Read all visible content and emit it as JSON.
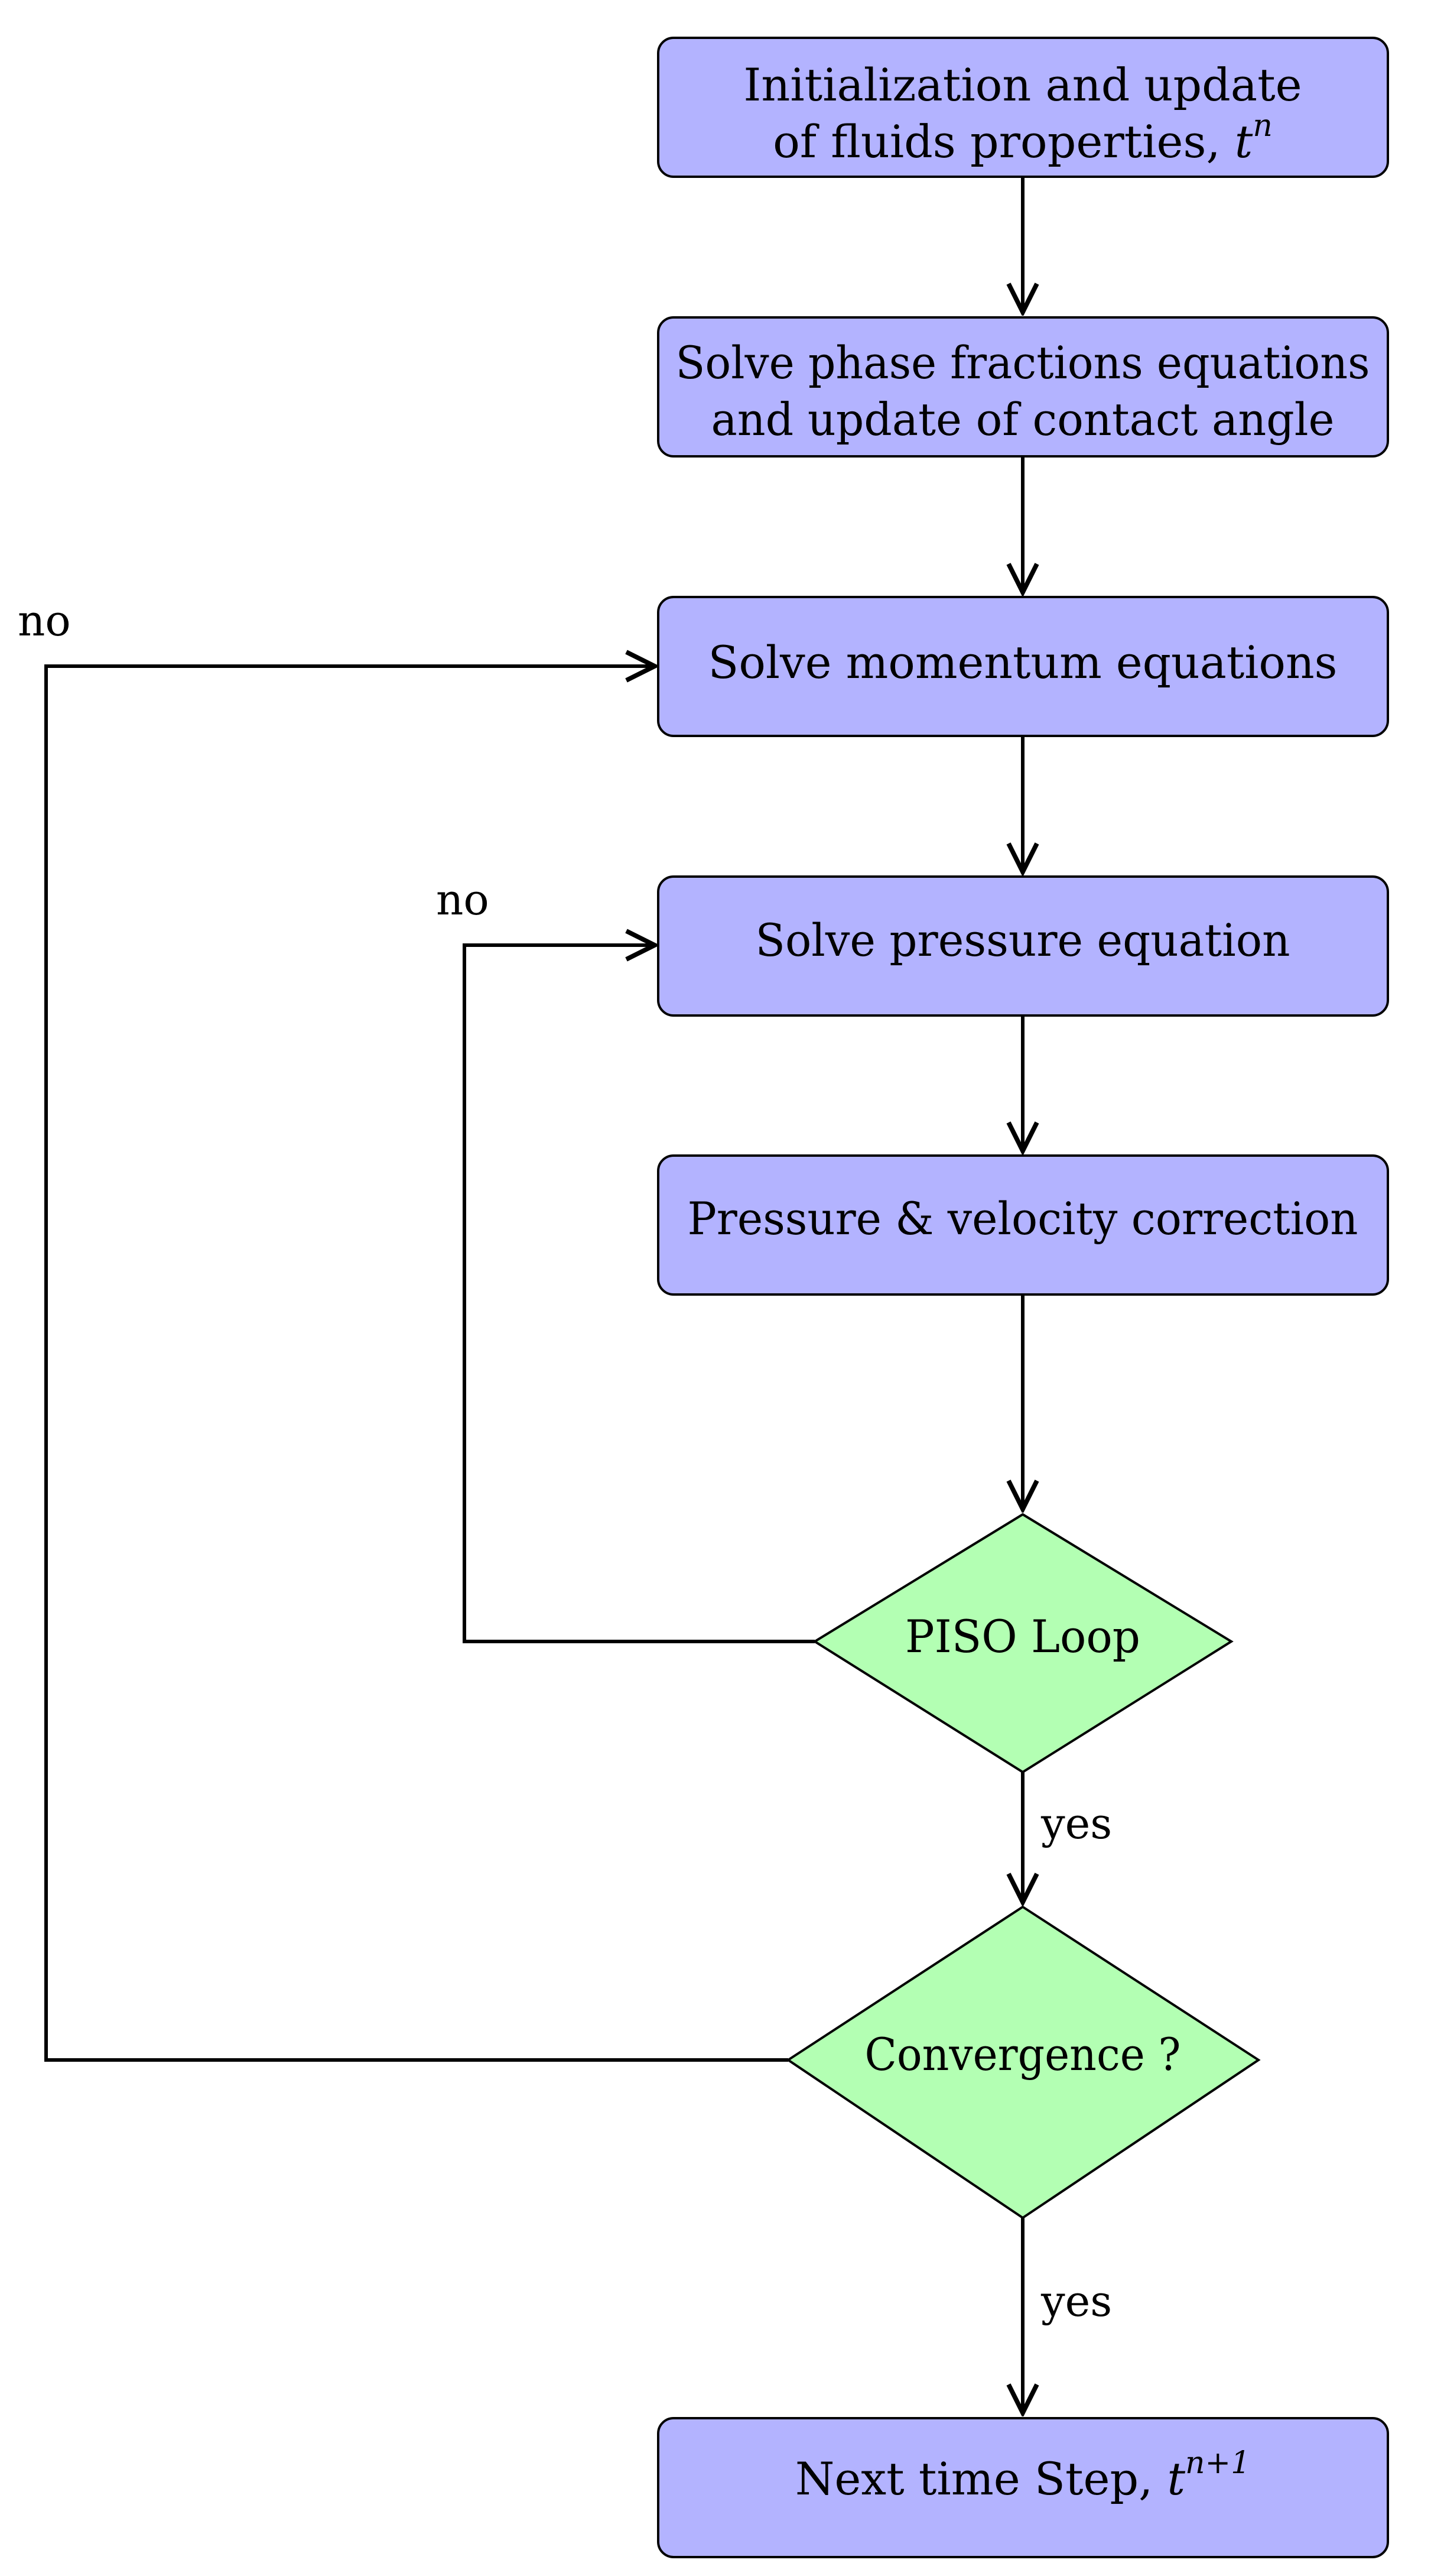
{
  "diagram": {
    "colors": {
      "process_fill": "#b3b3ff",
      "decision_fill": "#b3ffb3",
      "stroke": "#000000"
    },
    "nodes": {
      "init": {
        "line1": "Initialization and update",
        "line2_prefix": "of fluids properties, ",
        "line2_var": "t",
        "line2_sup": "n"
      },
      "phase": {
        "line1": "Solve phase fractions equations",
        "line2": "and update of contact angle"
      },
      "momentum": {
        "label": "Solve momentum equations"
      },
      "pressure": {
        "label": "Solve pressure equation"
      },
      "correction": {
        "label": "Pressure & velocity correction"
      },
      "piso": {
        "label": "PISO Loop"
      },
      "convergence": {
        "label": "Convergence ?"
      },
      "next": {
        "prefix": "Next time Step, ",
        "var": "t",
        "sup": "n+1"
      }
    },
    "edge_labels": {
      "piso_no": "no",
      "piso_yes": "yes",
      "convergence_no": "no",
      "convergence_yes": "yes"
    }
  }
}
